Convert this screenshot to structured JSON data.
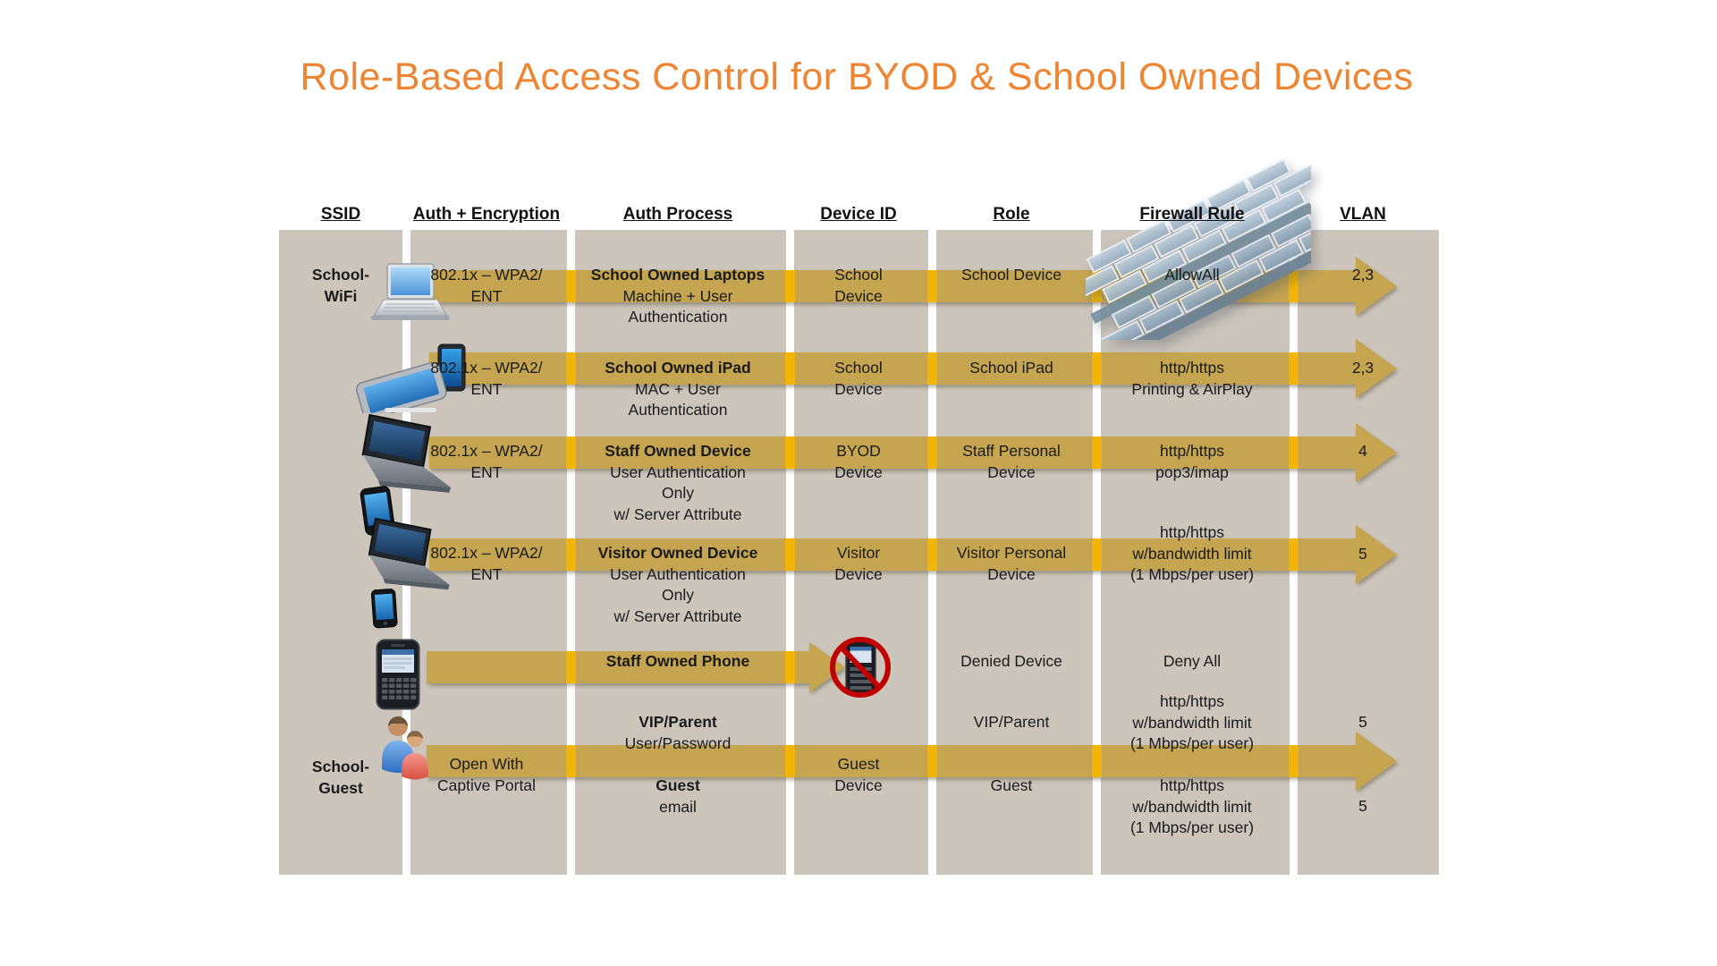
{
  "title": "Role-Based Access Control for BYOD & School Owned Devices",
  "columns": [
    {
      "label": "SSID"
    },
    {
      "label": "Auth + Encryption"
    },
    {
      "label": "Auth Process"
    },
    {
      "label": "Device ID"
    },
    {
      "label": "Role"
    },
    {
      "label": "Firewall Rule"
    },
    {
      "label": "VLAN"
    }
  ],
  "rows": {
    "school_laptops": {
      "ssid": [
        "School-",
        "WiFi"
      ],
      "icon": "laptop-icon",
      "auth": [
        "802.1x – WPA2/",
        "ENT"
      ],
      "process_title": "School Owned Laptops",
      "process": [
        "Machine + User",
        "Authentication"
      ],
      "device_id": [
        "School",
        "Device"
      ],
      "role": [
        "School Device"
      ],
      "firewall": [
        "AllowAll"
      ],
      "vlan": "2,3"
    },
    "school_ipad": {
      "icon": "tablet-icon",
      "auth": [
        "802.1x – WPA2/",
        "ENT"
      ],
      "process_title": "School Owned iPad",
      "process": [
        "MAC + User",
        "Authentication"
      ],
      "device_id": [
        "School",
        "Device"
      ],
      "role": [
        "School iPad"
      ],
      "firewall": [
        "http/https",
        "Printing & AirPlay"
      ],
      "vlan": "2,3"
    },
    "staff_device": {
      "icon": "laptop-and-phone-icon",
      "auth": [
        "802.1x – WPA2/",
        "ENT"
      ],
      "process_title": "Staff Owned Device",
      "process": [
        "User Authentication",
        "Only",
        "w/ Server Attribute"
      ],
      "device_id": [
        "BYOD",
        "Device"
      ],
      "role": [
        "Staff Personal",
        "Device"
      ],
      "firewall": [
        "http/https",
        "pop3/imap"
      ],
      "vlan": "4"
    },
    "visitor_device": {
      "icon": "laptop-and-phone-icon",
      "auth": [
        "802.1x – WPA2/",
        "ENT"
      ],
      "process_title": "Visitor Owned Device",
      "process": [
        "User Authentication",
        "Only",
        "w/ Server Attribute"
      ],
      "device_id": [
        "Visitor",
        "Device"
      ],
      "role": [
        "Visitor Personal",
        "Device"
      ],
      "firewall": [
        "http/https",
        "w/bandwidth limit",
        "(1 Mbps/per user)"
      ],
      "vlan": "5"
    },
    "staff_phone": {
      "icon": "blackberry-phone-icon",
      "denied_icon": "denied-phone-icon",
      "process_title": "Staff Owned Phone",
      "role": [
        "Denied Device"
      ],
      "firewall": [
        "Deny All"
      ]
    },
    "guest": {
      "ssid": [
        "School-",
        "Guest"
      ],
      "icon": "guest-users-icon",
      "auth": [
        "Open With",
        "Captive Portal"
      ],
      "device_id": [
        "Guest",
        "Device"
      ],
      "vip": {
        "title": "VIP/Parent",
        "subtitle": "User/Password",
        "role": "VIP/Parent",
        "firewall": [
          "http/https",
          "w/bandwidth limit",
          "(1 Mbps/per user)"
        ],
        "vlan": "5"
      },
      "guest_user": {
        "title": "Guest",
        "subtitle": "email",
        "role": "Guest",
        "firewall": [
          "http/https",
          "w/bandwidth limit",
          "(1 Mbps/per user)"
        ],
        "vlan": "5"
      }
    }
  },
  "icons": {
    "firewall_graphic": "firewall-brick-wall-icon"
  },
  "colors": {
    "title_orange": "#ED8533",
    "arrow_gold": "#C6A551",
    "arrow_strip": "#F3B505",
    "band_gray": "#CBC5BC",
    "text_dark": "#1B1B1B",
    "denied_red": "#C00000",
    "brick_blue": "#9DB3C6"
  }
}
